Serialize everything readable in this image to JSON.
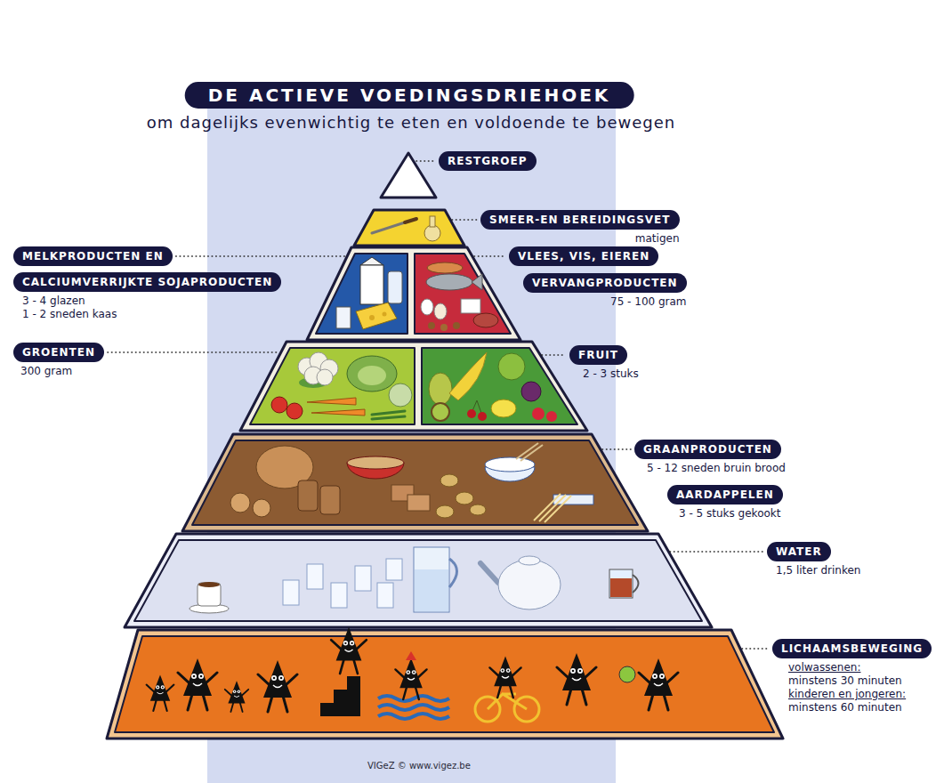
{
  "diagram": {
    "title": "DE ACTIEVE VOEDINGSDRIEHOEK",
    "nodes": [
      {
        "text": [
          "RESTGROEP"
        ]
      },
      {
        "text": [
          "SMEER-EN BEREIDINGSVET",
          "matigen"
        ]
      },
      {
        "text": [
          "MELKPRODUCTEN EN"
        ]
      },
      {
        "text": [
          "VLEES, VIS, EIEREN"
        ]
      },
      {
        "text": [
          "CALCIUMVERRIJKTE SOJAPRODUCTEN",
          "3 - 4 glazen",
          "1 - 2 sneden kaas"
        ]
      },
      {
        "text": [
          "VERVANGPRODUCTEN",
          "75 - 100 gram"
        ]
      },
      {
        "text": [
          "GROENTEN",
          "300 gram"
        ]
      },
      {
        "text": [
          "FRUIT",
          "2 - 3 stuks"
        ]
      },
      {
        "text": [
          "GRAANPRODUCTEN",
          "5 - 12 sneden bruin brood"
        ]
      },
      {
        "text": [
          "AARDAPPELEN",
          "3 - 5 stuks gekookt"
        ]
      },
      {
        "text": [
          "WATER",
          "1,5 liter drinken"
        ]
      },
      {
        "text": [
          "LICHAAMSBEWEGING",
          "volwassenen:",
          "minstens 30 minuten",
          "kinderen en jongeren:",
          "minstens 60 minuten"
        ]
      }
    ],
    "labels": [
      "om dagelijks evenwichtig te eten en voldoende te bewegen",
      "VIGeZ © www.vigez.be"
    ]
  }
}
